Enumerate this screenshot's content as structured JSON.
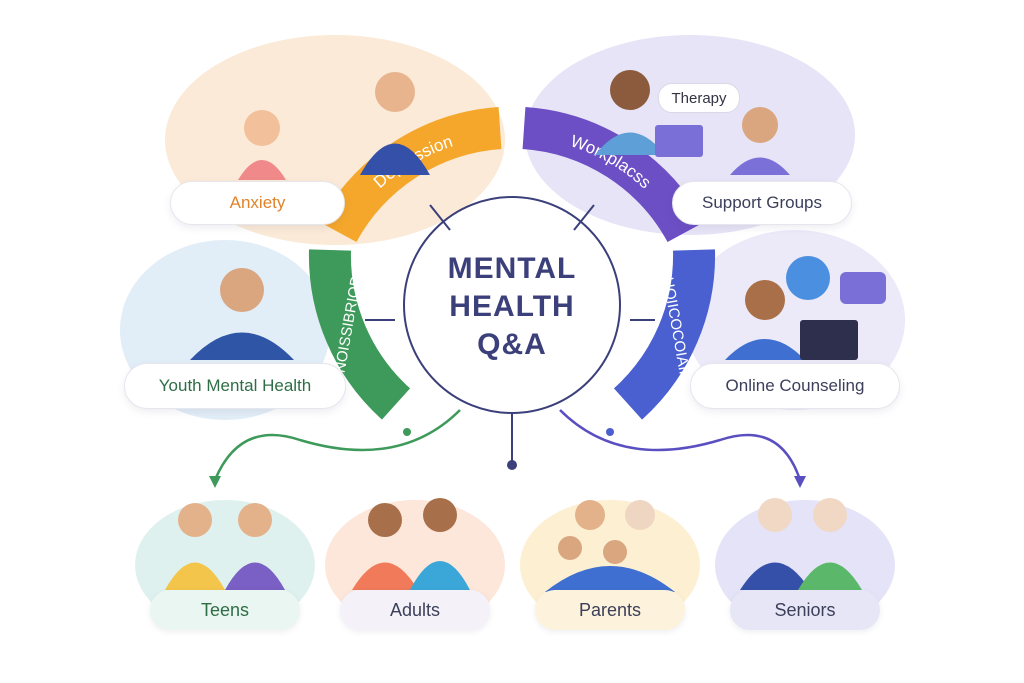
{
  "center": {
    "line1": "MENTAL",
    "line2": "HEALTH",
    "line3": "Q&A"
  },
  "ring_segments": {
    "depression": "Depression",
    "workplace": "Workplacss",
    "left": "SNOISSIBRIOD",
    "right": "HOIICOCOIAIH"
  },
  "topics": {
    "anxiety": "Anxiety",
    "support_groups": "Support Groups",
    "youth": "Youth Mental Health",
    "online": "Online Counseling"
  },
  "bubbles": {
    "therapy": "Therapy"
  },
  "groups": {
    "teens": "Teens",
    "adults": "Adults",
    "parents": "Parents",
    "seniors": "Seniors"
  },
  "colors": {
    "orange": "#f4a72b",
    "purple": "#6c4fc4",
    "green": "#3e9a5a",
    "blue": "#4a5fd0",
    "title": "#3b3f7a"
  },
  "icons": [
    "chat-bubble-icon",
    "phone-icon",
    "laptop-icon",
    "arrow-icon"
  ]
}
